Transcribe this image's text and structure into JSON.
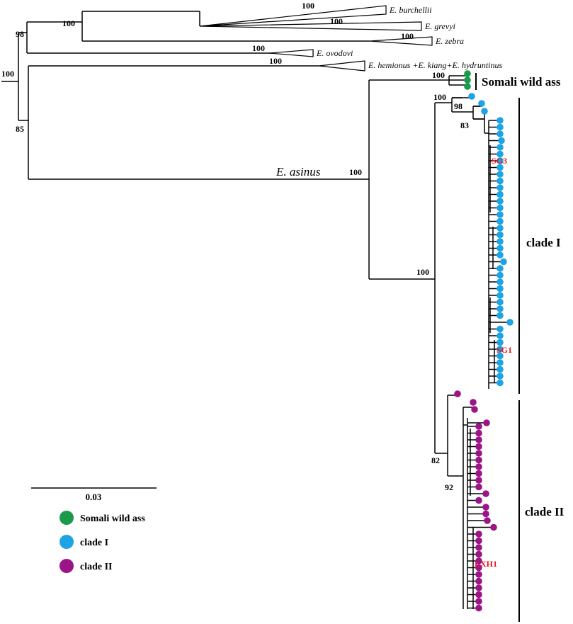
{
  "outgroups": [
    {
      "name": "E. burchellii",
      "bootstrap": "100"
    },
    {
      "name": "E. grevyi",
      "bootstrap": "100"
    },
    {
      "name": "E. zebra",
      "bootstrap": "100"
    },
    {
      "name": "E. ovodovi",
      "bootstrap": "100"
    },
    {
      "name": "E. hemionus +E. kiang+E. hydruntinus",
      "bootstrap": "100"
    }
  ],
  "node_support": {
    "root": "100",
    "base": "85",
    "zebras": "98",
    "zebra_pair": "100",
    "asinus": "100",
    "domestic": "100",
    "somali": "100",
    "clade1_a": "100",
    "clade1_b": "98",
    "clade1_c": "83",
    "clade2_a": "82",
    "clade2_b": "92"
  },
  "labels": {
    "asinus": "E. asinus",
    "somali": "Somali wild ass",
    "clade1": "clade I",
    "clade2": "clade II"
  },
  "samples": [
    {
      "name": "SG3",
      "color": "#e8141b"
    },
    {
      "name": "SG1",
      "color": "#e8141b"
    },
    {
      "name": "LXH1",
      "color": "#e8141b"
    }
  ],
  "scale_bar": {
    "label": "0.03"
  },
  "legend": [
    {
      "label": "Somali wild ass",
      "color": "#1a9a4a"
    },
    {
      "label": "clade I",
      "color": "#1ea4e4"
    },
    {
      "label": "clade II",
      "color": "#9b1488"
    }
  ],
  "colors": {
    "somali": "#1a9a4a",
    "clade1": "#1ea4e4",
    "clade2": "#9b1488",
    "sample_label": "#e8141b"
  }
}
